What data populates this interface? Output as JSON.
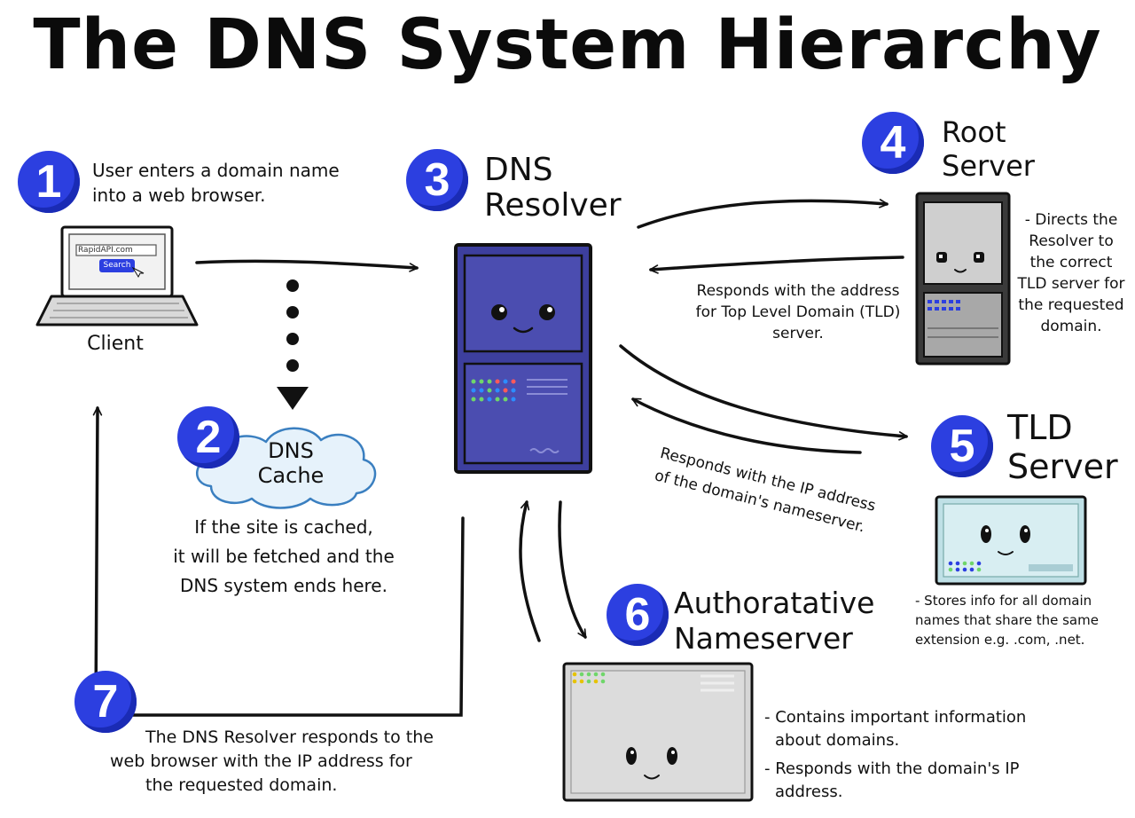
{
  "title": "The DNS System Hierarchy",
  "steps": {
    "s1": {
      "number": "1",
      "text_lines": [
        "User enters a domain name",
        "into a web browser."
      ]
    },
    "s2": {
      "number": "2",
      "label_lines": [
        "DNS",
        "Cache"
      ],
      "text_lines": [
        "If the site is cached,",
        "it will be fetched and the",
        "DNS system ends here."
      ]
    },
    "s3": {
      "number": "3",
      "label_lines": [
        "DNS",
        "Resolver"
      ]
    },
    "s4": {
      "number": "4",
      "label_lines": [
        "Root",
        "Server"
      ],
      "text_lines": [
        "- Directs the",
        "Resolver to",
        "the correct",
        "TLD server for",
        "the requested",
        "domain."
      ]
    },
    "s5": {
      "number": "5",
      "label_lines": [
        "TLD",
        "Server"
      ],
      "text_lines": [
        "- Stores info for all domain",
        "names that share the same",
        "extension e.g. .com, .net."
      ]
    },
    "s6": {
      "number": "6",
      "label_lines": [
        "Authoratative",
        "Nameserver"
      ],
      "text_lines": [
        "- Contains important information",
        "about domains.",
        "- Responds with the domain's IP",
        "address."
      ]
    },
    "s7": {
      "number": "7",
      "text_lines": [
        "The DNS Resolver responds to the",
        "web browser with the IP address for",
        "the requested domain."
      ]
    }
  },
  "client": {
    "label": "Client",
    "url_text": "RapidAPI.com",
    "search_label": "Search"
  },
  "arrows": {
    "root_response_lines": [
      "Responds with the address",
      "for Top Level Domain (TLD)",
      "server."
    ],
    "tld_response_lines": [
      "Responds with the IP address",
      "of the domain's nameserver."
    ]
  },
  "colors": {
    "badge": "#2c3fe0",
    "resolver": "#3d3f9e",
    "root_server": "#a8a8a8",
    "tld_server": "#bfe0e6",
    "nameserver": "#d6d6d6",
    "cloud": "#e6f2fb",
    "ink": "#111111"
  },
  "icons": [
    "laptop-icon",
    "cloud-icon",
    "server-icon",
    "search-cursor-icon"
  ]
}
